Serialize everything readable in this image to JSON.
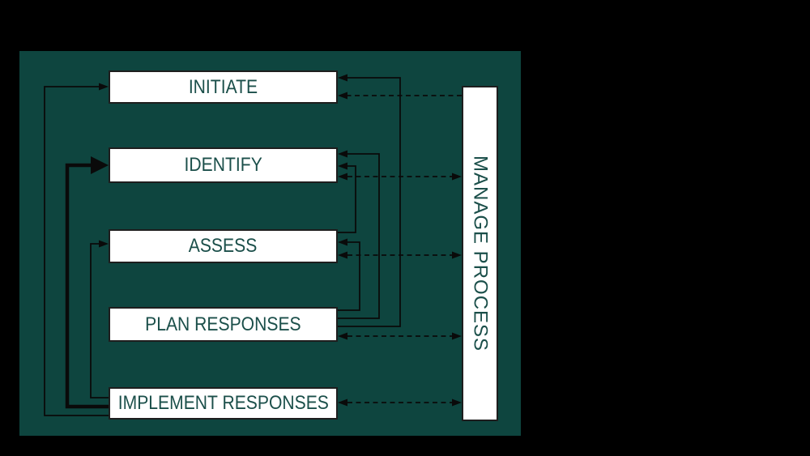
{
  "diagram": {
    "description": "Risk management process flow diagram on dark teal panel",
    "colors": {
      "page_background": "#000000",
      "panel_background": "#0e453f",
      "box_fill": "#ffffff",
      "box_border": "#1e1e1e",
      "label_text": "#1b4f4a",
      "line": "#0a0a0a"
    },
    "boxes": [
      {
        "id": "initiate",
        "label": "INITIATE"
      },
      {
        "id": "identify",
        "label": "IDENTIFY"
      },
      {
        "id": "assess",
        "label": "ASSESS"
      },
      {
        "id": "plan_responses",
        "label": "PLAN RESPONSES"
      },
      {
        "id": "implement_responses",
        "label": "IMPLEMENT RESPONSES"
      },
      {
        "id": "manage_process",
        "label": "MANAGE PROCESS"
      }
    ],
    "connections": [
      {
        "from": "implement_responses",
        "to": "initiate",
        "style": "solid",
        "route": "left-side-loop"
      },
      {
        "from": "implement_responses",
        "to": "identify",
        "style": "solid-bold",
        "route": "left-side-loop"
      },
      {
        "from": "implement_responses",
        "to": "assess",
        "style": "solid",
        "route": "left-side-loop"
      },
      {
        "from": "plan_responses",
        "to": "initiate",
        "style": "solid",
        "route": "right-side-loop"
      },
      {
        "from": "plan_responses",
        "to": "identify",
        "style": "solid",
        "route": "right-side-loop"
      },
      {
        "from": "plan_responses",
        "to": "assess",
        "style": "solid",
        "route": "right-side-loop"
      },
      {
        "from": "assess",
        "to": "identify",
        "style": "solid",
        "route": "right-side-loop"
      },
      {
        "from": "manage_process",
        "to": "initiate",
        "style": "dashed",
        "bidirectional": false
      },
      {
        "from": "identify",
        "to": "manage_process",
        "style": "dashed",
        "bidirectional": true
      },
      {
        "from": "assess",
        "to": "manage_process",
        "style": "dashed",
        "bidirectional": true
      },
      {
        "from": "plan_responses",
        "to": "manage_process",
        "style": "dashed",
        "bidirectional": true
      },
      {
        "from": "implement_responses",
        "to": "manage_process",
        "style": "dashed",
        "bidirectional": true
      }
    ]
  }
}
